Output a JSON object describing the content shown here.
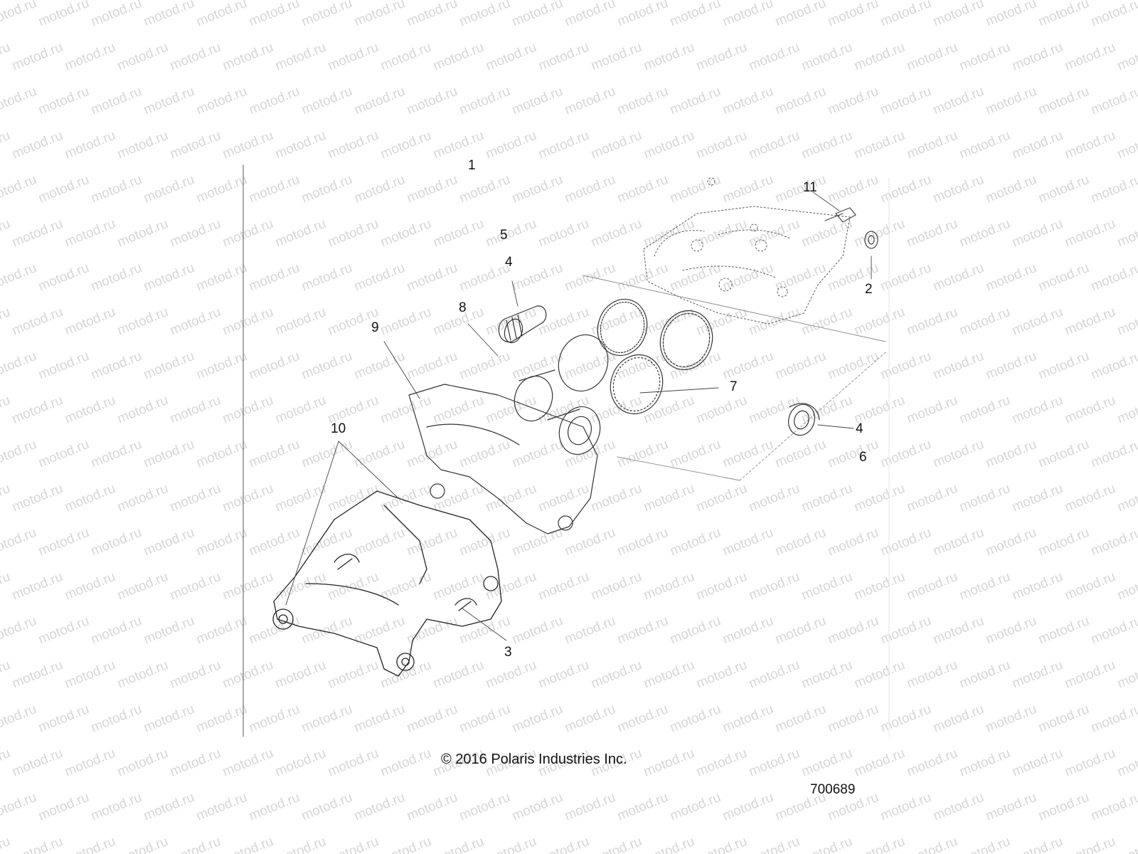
{
  "watermark": {
    "text": "motod.ru"
  },
  "callouts": [
    {
      "id": "c1",
      "label": "1"
    },
    {
      "id": "c5",
      "label": "5"
    },
    {
      "id": "c4a",
      "label": "4"
    },
    {
      "id": "c8",
      "label": "8"
    },
    {
      "id": "c9",
      "label": "9"
    },
    {
      "id": "c11",
      "label": "11"
    },
    {
      "id": "c2",
      "label": "2"
    },
    {
      "id": "c7",
      "label": "7"
    },
    {
      "id": "c4b",
      "label": "4"
    },
    {
      "id": "c6",
      "label": "6"
    },
    {
      "id": "c10",
      "label": "10"
    },
    {
      "id": "c3",
      "label": "3"
    }
  ],
  "footer": {
    "copyright": "© 2016 Polaris Industries Inc.",
    "diagram_id": "700689"
  }
}
